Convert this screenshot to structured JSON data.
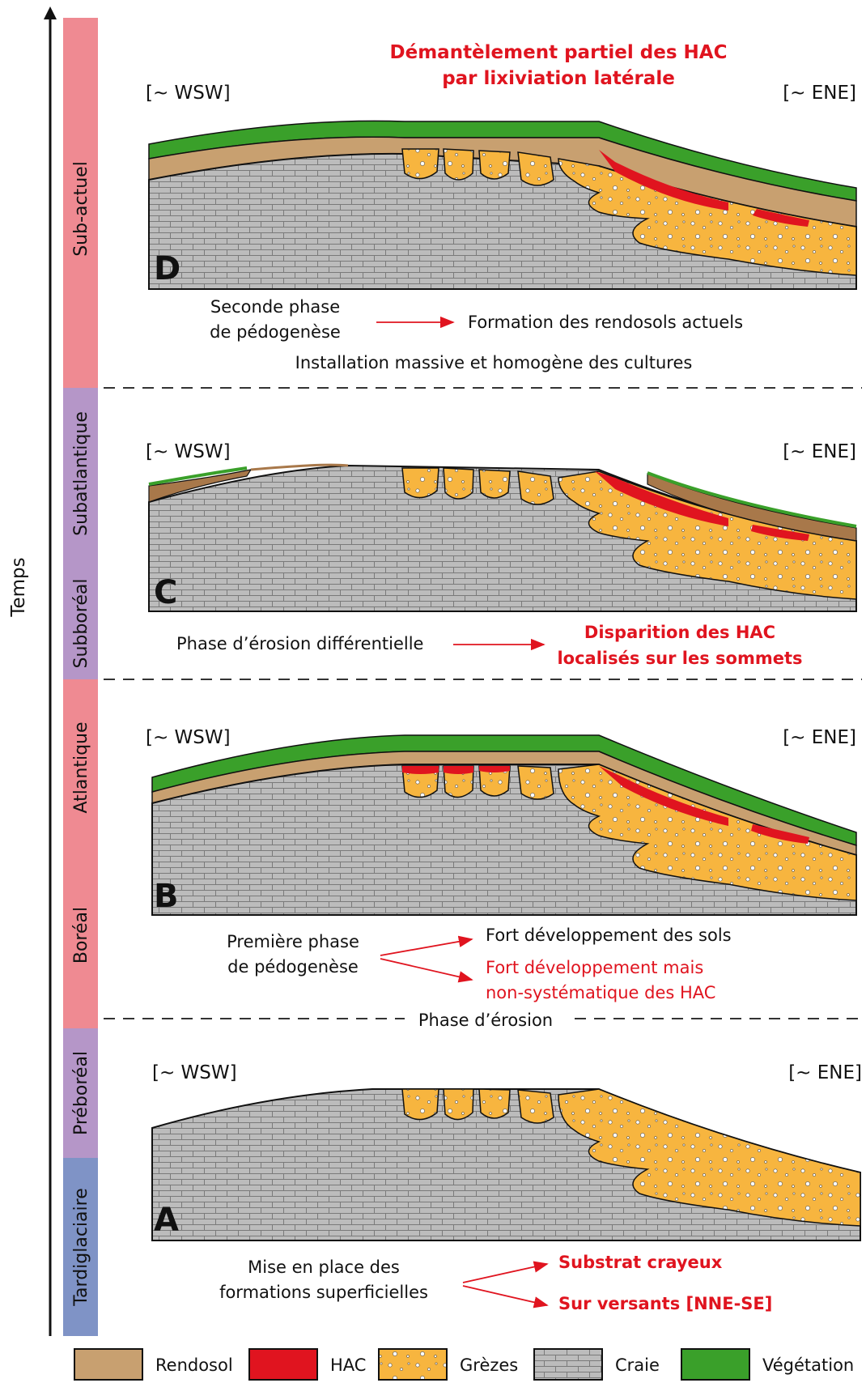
{
  "axis": {
    "label": "Temps"
  },
  "periods": [
    {
      "label": "Sub-actuel",
      "color": "#ef8a92"
    },
    {
      "label": "Subatlantique",
      "color": "#b596c8"
    },
    {
      "label": "Subboréal",
      "color": "#b596c8"
    },
    {
      "label": "Atlantique",
      "color": "#ef8a92"
    },
    {
      "label": "Boréal",
      "color": "#ef8a92"
    },
    {
      "label": "Préboréal",
      "color": "#b596c8"
    },
    {
      "label": "Tardiglaciaire",
      "color": "#7f93c6"
    }
  ],
  "panels": {
    "D": {
      "letter": "D",
      "title_line1": "Démantèlement partiel des HAC",
      "title_line2": "par lixiviation latérale",
      "left": "[~ WSW]",
      "right": "[~ ENE]",
      "cause_line1": "Seconde phase",
      "cause_line2": "de pédogenèse",
      "effect": "Formation des rendosols actuels",
      "note": "Installation massive et homogène des cultures"
    },
    "C": {
      "letter": "C",
      "left": "[~ WSW]",
      "right": "[~ ENE]",
      "cause": "Phase d’érosion différentielle",
      "effect_line1": "Disparition des HAC",
      "effect_line2": "localisés sur les sommets"
    },
    "B": {
      "letter": "B",
      "left": "[~ WSW]",
      "right": "[~ ENE]",
      "cause_line1": "Première phase",
      "cause_line2": "de pédogenèse",
      "effect1": "Fort développement des sols",
      "effect2_line1": "Fort développement mais",
      "effect2_line2": "non-systématique des HAC"
    },
    "erosion_label": "Phase d’érosion",
    "A": {
      "letter": "A",
      "left": "[~ WSW]",
      "right": "[~ ENE]",
      "cause_line1": "Mise en place des",
      "cause_line2": "formations superficielles",
      "effect1": "Substrat crayeux",
      "effect2": "Sur versants [NNE-SE]"
    }
  },
  "legend": [
    {
      "label": "Rendosol",
      "color": "#c8a070"
    },
    {
      "label": "HAC",
      "color": "#e0141f"
    },
    {
      "label": "Grèzes",
      "color": "#f7b53f"
    },
    {
      "label": "Craie",
      "color": "#bcbcbc"
    },
    {
      "label": "Végétation",
      "color": "#3aa02a"
    }
  ],
  "colors": {
    "accent_red": "#e0141f",
    "soil": "#c8a070",
    "soil_dark": "#a8784a",
    "veg": "#3aa02a",
    "greze": "#f7b53f",
    "chalk": "#bcbcbc"
  }
}
